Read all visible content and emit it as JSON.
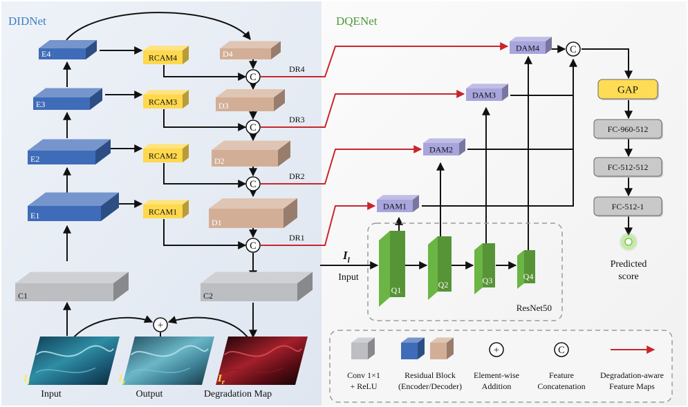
{
  "panels": {
    "left_title": "DIDNet",
    "right_title": "DQENet"
  },
  "didnet": {
    "encoders": [
      "E1",
      "E2",
      "E3",
      "E4"
    ],
    "rcams": [
      "RCAM1",
      "RCAM2",
      "RCAM3",
      "RCAM4"
    ],
    "decoders": [
      "D1",
      "D2",
      "D3",
      "D4"
    ],
    "drs": [
      "DR1",
      "DR2",
      "DR3",
      "DR4"
    ],
    "c1": "C1",
    "c2": "C2",
    "input_sym": "I",
    "input_sub": "l",
    "output_sym": "I",
    "output_sub": "e",
    "degradation_sym": "I",
    "degradation_sub": "r",
    "input_caption": "Input",
    "output_caption": "Output",
    "degradation_caption": "Degradation Map"
  },
  "dqenet": {
    "dams": [
      "DAM1",
      "DAM2",
      "DAM3",
      "DAM4"
    ],
    "stages": [
      "Q1",
      "Q2",
      "Q3",
      "Q4"
    ],
    "backbone": "ResNet50",
    "input_sym": "I",
    "input_sub": "l",
    "input_label": "Input",
    "gap": "GAP",
    "fcs": [
      "FC-960-512",
      "FC-512-512",
      "FC-512-1"
    ],
    "predicted_line1": "Predicted",
    "predicted_line2": "score"
  },
  "legend": {
    "conv": [
      "Conv 1×1",
      "+ ReLU"
    ],
    "residual": [
      "Residual Block",
      "(Encoder/Decoder)"
    ],
    "addition": [
      "Element-wise",
      "Addition"
    ],
    "concat": [
      "Feature",
      "Concatenation"
    ],
    "degradation": [
      "Degradation-aware",
      "Feature Maps"
    ]
  },
  "symbols": {
    "concat": "C",
    "add": "+"
  },
  "colors": {
    "encoder": "#3f6cb8",
    "decoder": "#d3ae96",
    "rcam": "#ffd84d",
    "dam": "#a8a4dc",
    "conv": "#bdbec2",
    "stage": "#6ab544",
    "gap": "#ffdc55",
    "fc": "#c9c9c9",
    "red_line": "#c9252b",
    "didnet_title": "#3a7fc4",
    "dqenet_title": "#4c9a3a"
  }
}
